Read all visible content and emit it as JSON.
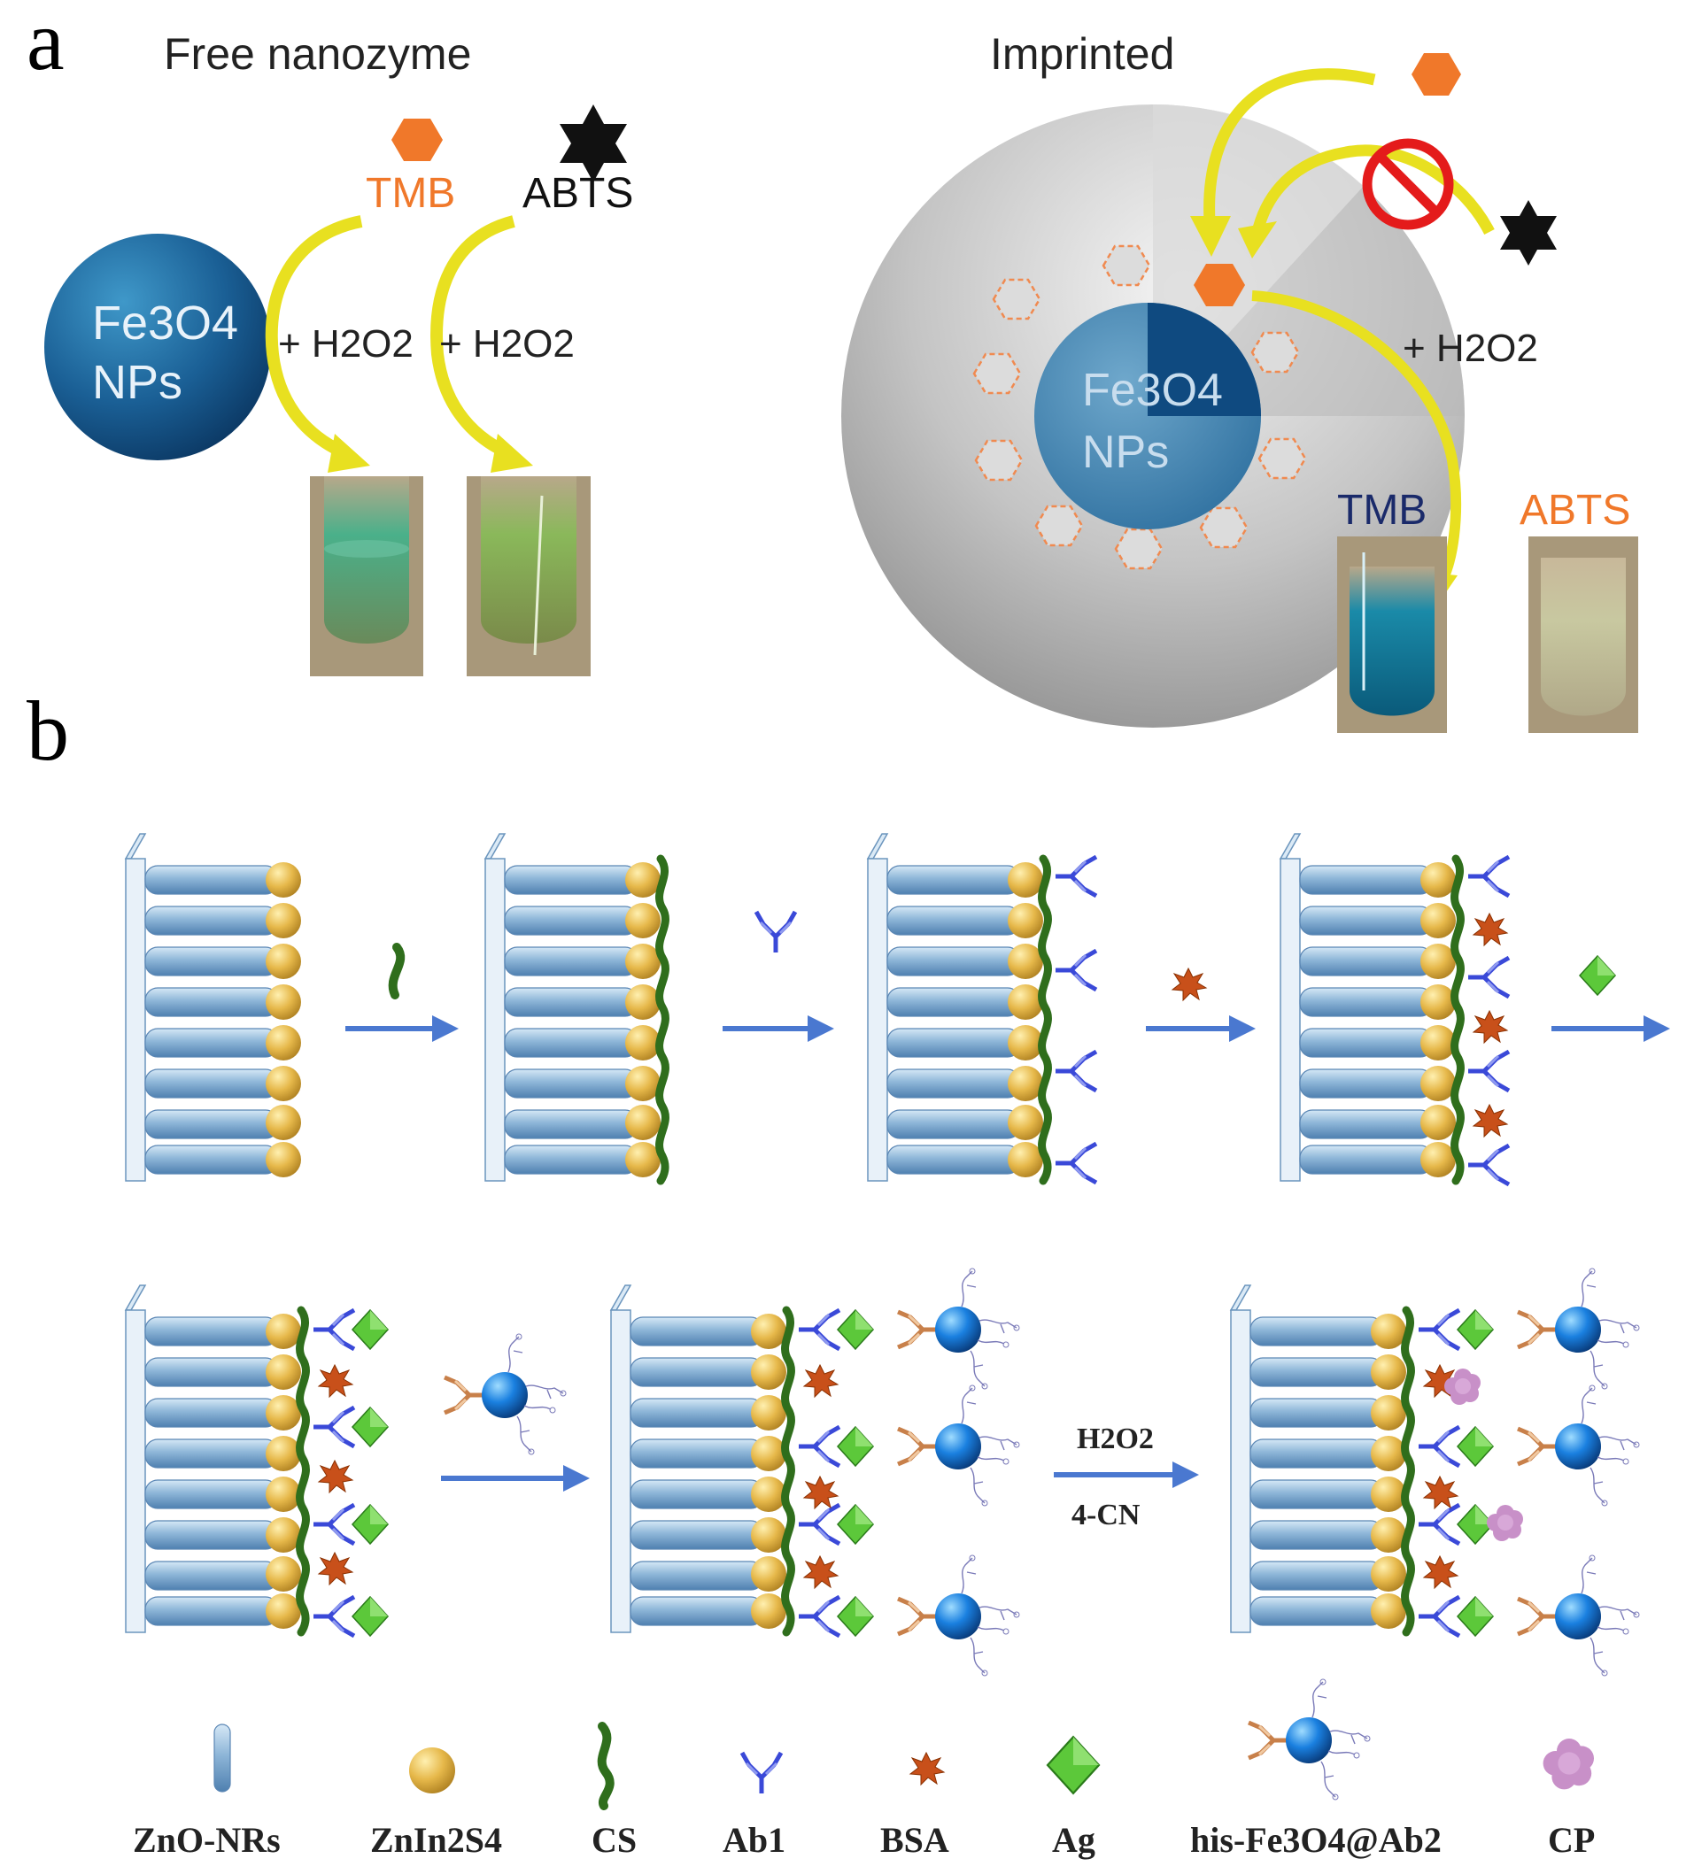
{
  "panel_a": {
    "label": "a",
    "free": {
      "title": "Free nanozyme",
      "tmb": "TMB",
      "abts": "ABTS",
      "np_line1": "Fe3O4",
      "np_line2": "NPs",
      "h2o2_1": "+ H2O2",
      "h2o2_2": "+ H2O2"
    },
    "imprinted": {
      "title": "Imprinted",
      "np_line1": "Fe3O4",
      "np_line2": "NPs",
      "h2o2": "+ H2O2",
      "tmb": "TMB",
      "abts": "ABTS"
    }
  },
  "panel_b": {
    "label": "b",
    "reagent_top": "H2O2",
    "reagent_bottom": "4-CN"
  },
  "legend": {
    "items": [
      {
        "key": "zno",
        "label": "ZnO-NRs"
      },
      {
        "key": "znin",
        "label": "ZnIn2S4"
      },
      {
        "key": "cs",
        "label": "CS"
      },
      {
        "key": "ab1",
        "label": "Ab1"
      },
      {
        "key": "bsa",
        "label": "BSA"
      },
      {
        "key": "ag",
        "label": "Ag"
      },
      {
        "key": "fe",
        "label": "his-Fe3O4@Ab2"
      },
      {
        "key": "cp",
        "label": "CP"
      }
    ]
  },
  "colors": {
    "tmb_orange": "#f0782a",
    "np_blue": "#1a5f95",
    "arrow_yellow": "#e8e020",
    "process_arrow": "#4a78d0",
    "ab_blue": "#3a49d8",
    "bsa_orange": "#c8501a",
    "ag_green": "#5cc83a",
    "cs_green": "#2f6e1c",
    "znin_gold": "#e0b040",
    "cp_pink": "#c890c8",
    "tmb_dark_label": "#1a2a6a"
  }
}
